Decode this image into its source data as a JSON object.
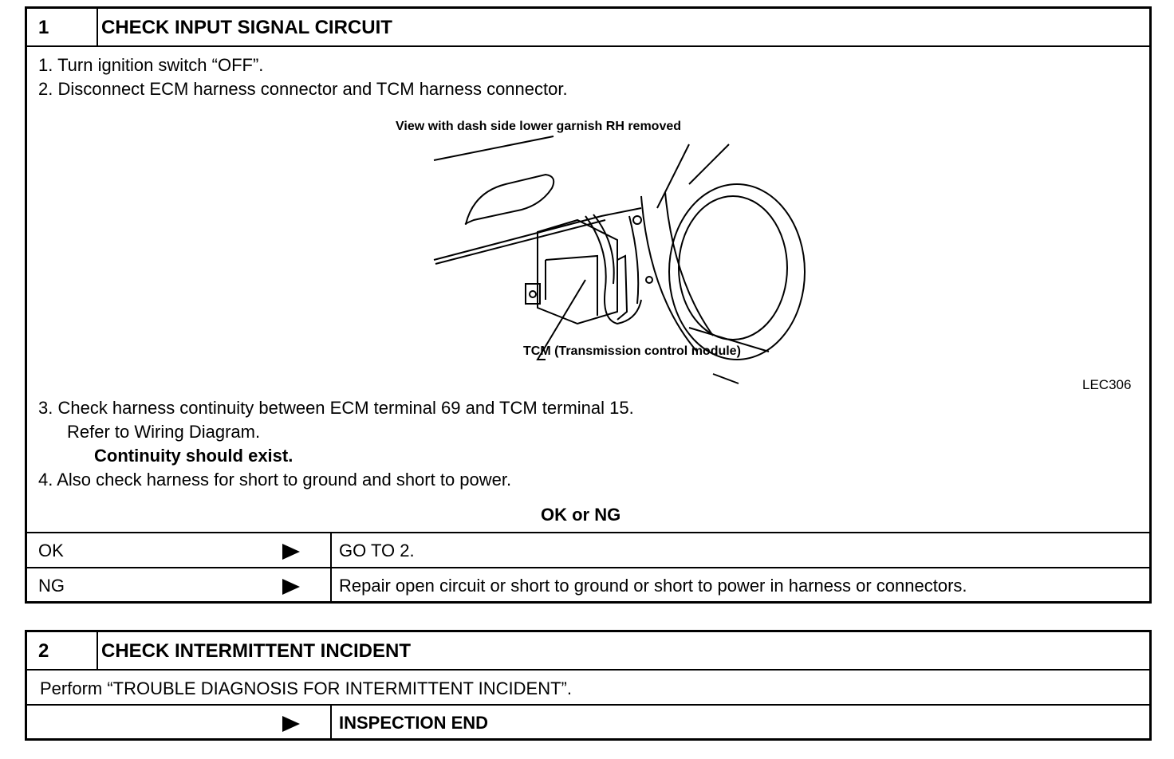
{
  "step1": {
    "number": "1",
    "title": "CHECK INPUT SIGNAL CIRCUIT",
    "instructions": [
      "1.  Turn ignition switch “OFF”.",
      "2.  Disconnect ECM harness connector and TCM harness connector."
    ],
    "figure": {
      "caption_top": "View with dash side lower garnish RH removed",
      "caption_tcm": "TCM (Transmission control module)",
      "figure_id": "LEC306"
    },
    "instructions2": {
      "step3_line1": "3.  Check harness continuity between ECM terminal 69 and TCM terminal 15.",
      "step3_line2": "Refer to Wiring Diagram.",
      "step3_bold": "Continuity should exist.",
      "step4": "4.  Also check harness for short to ground and short to power."
    },
    "ok_ng": "OK or NG",
    "results": [
      {
        "label": "OK",
        "result": "GO TO 2."
      },
      {
        "label": "NG",
        "result": "Repair open circuit or short to ground or short to power in harness or connectors."
      }
    ]
  },
  "step2": {
    "number": "2",
    "title": "CHECK INTERMITTENT INCIDENT",
    "instruction": "Perform “TROUBLE DIAGNOSIS FOR INTERMITTENT INCIDENT”.",
    "result": "INSPECTION END"
  }
}
